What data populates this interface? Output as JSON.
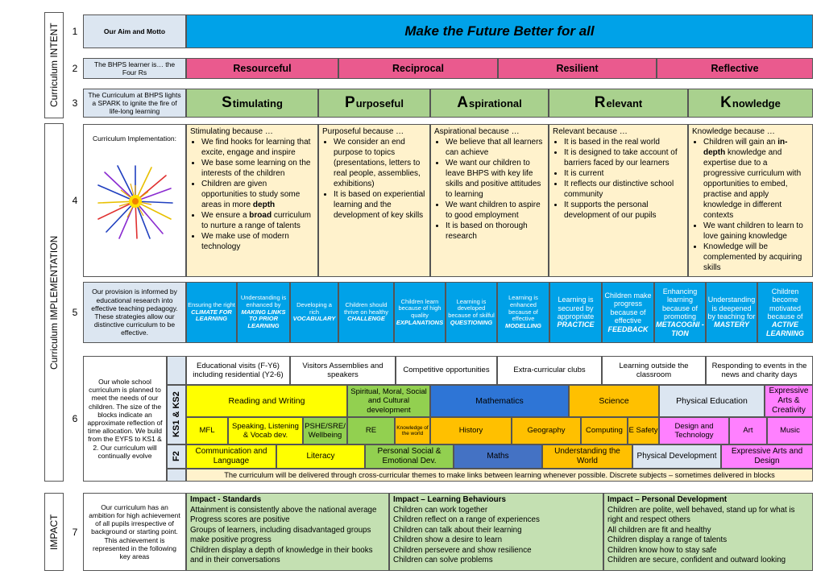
{
  "sections": {
    "intent": "Curriculum INTENT",
    "implementation": "Curriculum IMPLEMENTATION",
    "impact": "IMPACT"
  },
  "row_numbers": [
    "1",
    "2",
    "3",
    "4",
    "5",
    "6",
    "7"
  ],
  "row1": {
    "label": "Our Aim and Motto",
    "motto": "Make the Future Better for all"
  },
  "row2": {
    "label": "The BHPS learner is… the Four Rs",
    "items": [
      "Resourceful",
      "Reciprocal",
      "Resilient",
      "Reflective"
    ]
  },
  "row3": {
    "label": "The Curriculum at BHPS lights a SPARK to ignite the fire of life-long learning",
    "items": [
      {
        "initial": "S",
        "rest": "timulating"
      },
      {
        "initial": "P",
        "rest": "urposeful"
      },
      {
        "initial": "A",
        "rest": "spirational"
      },
      {
        "initial": "R",
        "rest": "elevant"
      },
      {
        "initial": "K",
        "rest": "nowledge"
      }
    ]
  },
  "row4": {
    "label": "Curriculum Implementation:",
    "columns": [
      {
        "heading": "Stimulating because …",
        "bullets": [
          "We find hooks for learning that excite, engage and inspire",
          "We base some learning on the interests of the children",
          "Children are given opportunities to study some areas in more |depth|",
          "We ensure a |broad| curriculum to nurture a range of talents",
          "We make use of modern technology"
        ]
      },
      {
        "heading": "Purposeful because …",
        "bullets": [
          "We consider an end purpose to topics (presentations, letters to real people, assemblies, exhibitions)",
          "It is based on experiential learning and the development of key skills"
        ]
      },
      {
        "heading": "Aspirational because …",
        "bullets": [
          "We believe that all learners can achieve",
          "We want our children to leave BHPS with key life skills and positive attitudes to learning",
          "We want children to aspire to good employment",
          "It is based on thorough research"
        ]
      },
      {
        "heading": "Relevant because …",
        "bullets": [
          "It is based in the real world",
          "It is designed to take account of barriers faced by our learners",
          "It is current",
          "It reflects our distinctive school community",
          "It supports the personal development of our pupils"
        ]
      },
      {
        "heading": "Knowledge because …",
        "bullets": [
          "Children will gain an |in-depth| knowledge and expertise due to a progressive curriculum with opportunities to embed, practise and apply knowledge in different contexts",
          "We want children to learn to love gaining knowledge",
          "Knowledge will be complemented by acquiring skills"
        ]
      }
    ]
  },
  "row5": {
    "label": "Our provision is informed by educational research into effective teaching pedagogy. These strategies allow our distinctive curriculum to be effective.",
    "strategies": [
      {
        "text": "Ensuring the right",
        "em": "CLIMATE FOR LEARNING"
      },
      {
        "text": "Understanding is enhanced by",
        "em": "MAKING LINKS TO PRIOR LEARNING"
      },
      {
        "text": "Developing a rich",
        "em": "VOCABULARY"
      },
      {
        "text": "Children should thrive on healthy",
        "em": "CHALLENGE"
      },
      {
        "text": "Children learn because of high quality",
        "em": "EXPLANATIONS"
      },
      {
        "text": "Learning is developed because of skilful",
        "em": "QUESTIONING"
      },
      {
        "text": "Learning is enhanced because of effective",
        "em": "MODELLING"
      },
      {
        "text": "Learning is secured by appropriate",
        "em": "PRACTICE"
      },
      {
        "text": "Children make progress because of effective",
        "em": "FEEDBACK"
      },
      {
        "text": "Enhancing learning because of promoting",
        "em": "METACOGNI -TION"
      },
      {
        "text": "Understanding is deepened by teaching for",
        "em": "MASTERY"
      },
      {
        "text": "Children become motivated because of",
        "em": "ACTIVE LEARNING"
      }
    ]
  },
  "row6": {
    "label": "Our whole school curriculum is planned to meet the needs of our children. The size of the blocks indicate an approximate reflection of time allocation. We build from the EYFS to KS1 & 2. Our curriculum will continually evolve",
    "enrich": [
      "Educational visits  (F-Y6) including residential (Y2-6)",
      "Visitors Assemblies and speakers",
      "Competitive opportunities",
      "Extra-curricular clubs",
      "Learning outside the classroom",
      "Responding to events in the news and charity days"
    ],
    "ks_label": "KS1 & KS2",
    "f2_label": "F2",
    "ks_top": [
      "Reading and Writing",
      "Spiritual, Moral, Social and Cultural development",
      "Mathematics",
      "Science",
      "Physical Education",
      "Expressive Arts & Creativity"
    ],
    "ks_bottom": [
      "MFL",
      "Speaking, Listening & Vocab dev.",
      "PSHE/SRE/ Wellbeing",
      "RE",
      "Knowledge of the world",
      "History",
      "Geography",
      "Computing",
      "E Safety",
      "Design and Technology",
      "Art",
      "Music"
    ],
    "f2": [
      "Communication and Language",
      "Literacy",
      "Personal Social & Emotional Dev.",
      "Maths",
      "Understanding the World",
      "Physical Development",
      "Expressive Arts and Design"
    ],
    "footer": "The curriculum will be delivered through cross-curricular themes to make links between learning whenever possible. Discrete subjects – sometimes delivered in blocks"
  },
  "row7": {
    "label": "Our curriculum has an ambition for high achievement of all pupils irrespective of background or starting point. This achievement is represented in the following key areas",
    "columns": [
      {
        "heading": "Impact - Standards",
        "lines": [
          "Attainment is consistently above the national average",
          "Progress scores are positive",
          "Groups of learners, including disadvantaged groups make positive progress",
          "Children display a depth of knowledge in their books and in their conversations"
        ]
      },
      {
        "heading": "Impact – Learning Behaviours",
        "lines": [
          "Children can work together",
          "Children reflect on a range of experiences",
          "Children can talk about their learning",
          "Children show a desire to learn",
          "Children persevere and show resilience",
          "Children can solve problems"
        ]
      },
      {
        "heading": "Impact – Personal Development",
        "lines": [
          "Children are polite, well behaved, stand up for what is right and respect others",
          "All children are fit and healthy",
          "Children display a range of talents",
          "Children know how to stay safe",
          "Children are secure, confident and outward looking"
        ]
      }
    ]
  },
  "colors": {
    "motto": "#00a2e8",
    "four_rs": "#ea5a8e",
    "spark": "#a9d18e",
    "impl": "#fff2cc",
    "strategy": "#00a2e8",
    "impact": "#c4e0b2",
    "label": "#dce6f1"
  }
}
